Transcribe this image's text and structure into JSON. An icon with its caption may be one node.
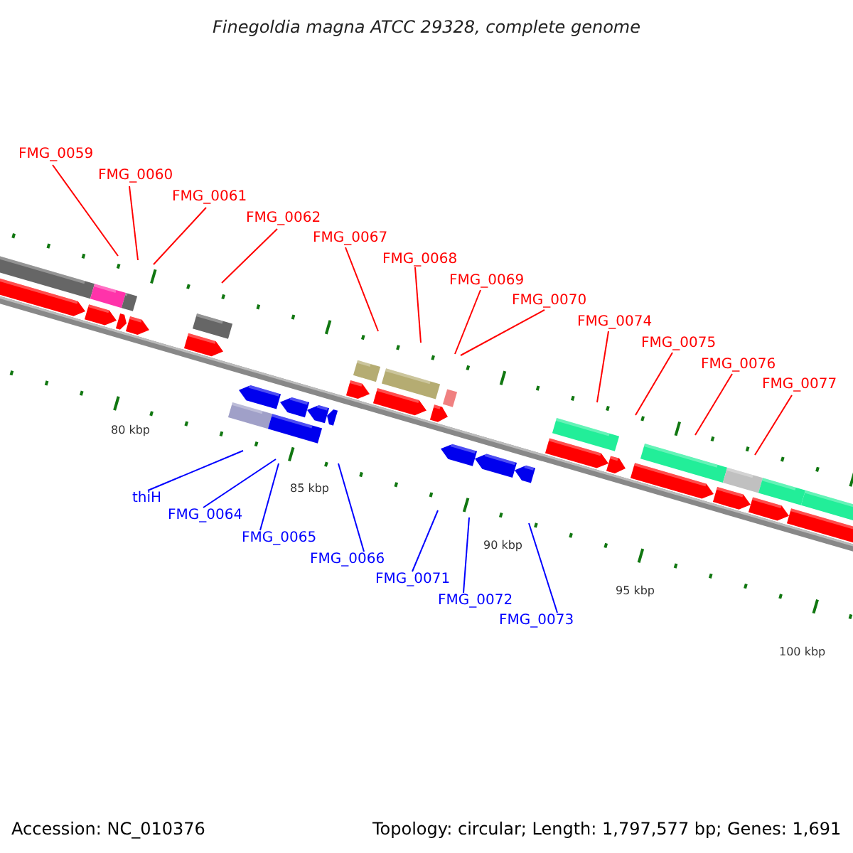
{
  "diagram": {
    "title": "Finegoldia magna ATCC 29328, complete genome",
    "nodes": [
      {
        "text": [
          "FMG_0059"
        ]
      },
      {
        "text": [
          "FMG_0060"
        ]
      },
      {
        "text": [
          "FMG_0061"
        ]
      },
      {
        "text": [
          "FMG_0062"
        ]
      },
      {
        "text": [
          "FMG_0067"
        ]
      },
      {
        "text": [
          "FMG_0068"
        ]
      },
      {
        "text": [
          "FMG_0069"
        ]
      },
      {
        "text": [
          "FMG_0070"
        ]
      },
      {
        "text": [
          "FMG_0074"
        ]
      },
      {
        "text": [
          "FMG_0075"
        ]
      },
      {
        "text": [
          "FMG_0076"
        ]
      },
      {
        "text": [
          "FMG_0077"
        ]
      },
      {
        "text": [
          "thiH"
        ]
      },
      {
        "text": [
          "FMG_0064"
        ]
      },
      {
        "text": [
          "FMG_0065"
        ]
      },
      {
        "text": [
          "FMG_0066"
        ]
      },
      {
        "text": [
          "FMG_0071"
        ]
      },
      {
        "text": [
          "FMG_0072"
        ]
      },
      {
        "text": [
          "FMG_0073"
        ]
      }
    ],
    "edges": [
      {
        "from": 0,
        "to": null,
        "arrow": "none"
      },
      {
        "from": 1,
        "to": null,
        "arrow": "none"
      },
      {
        "from": 2,
        "to": null,
        "arrow": "none"
      },
      {
        "from": 3,
        "to": null,
        "arrow": "none"
      },
      {
        "from": 4,
        "to": null,
        "arrow": "none"
      },
      {
        "from": 5,
        "to": null,
        "arrow": "none"
      },
      {
        "from": 6,
        "to": null,
        "arrow": "none"
      },
      {
        "from": 7,
        "to": null,
        "arrow": "none"
      },
      {
        "from": 8,
        "to": null,
        "arrow": "none"
      },
      {
        "from": 9,
        "to": null,
        "arrow": "none"
      },
      {
        "from": 10,
        "to": null,
        "arrow": "none"
      },
      {
        "from": 11,
        "to": null,
        "arrow": "none"
      },
      {
        "from": 12,
        "to": null,
        "arrow": "none",
        "color": "#0000ff"
      },
      {
        "from": 13,
        "to": null,
        "arrow": "none",
        "color": "#0000ff"
      },
      {
        "from": 14,
        "to": null,
        "arrow": "none",
        "color": "#0000ff"
      },
      {
        "from": 15,
        "to": null,
        "arrow": "none",
        "color": "#0000ff"
      },
      {
        "from": 16,
        "to": null,
        "arrow": "none",
        "color": "#0000ff"
      },
      {
        "from": 17,
        "to": null,
        "arrow": "none",
        "color": "#0000ff"
      },
      {
        "from": 18,
        "to": null,
        "arrow": "none",
        "color": "#0000ff"
      }
    ],
    "labels": [
      "80 kbp",
      "85 kbp",
      "90 kbp",
      "95 kbp",
      "100 kbp",
      "Accession: NC_010376",
      "Topology: circular; Length: 1,797,577 bp; Genes: 1,691"
    ]
  }
}
